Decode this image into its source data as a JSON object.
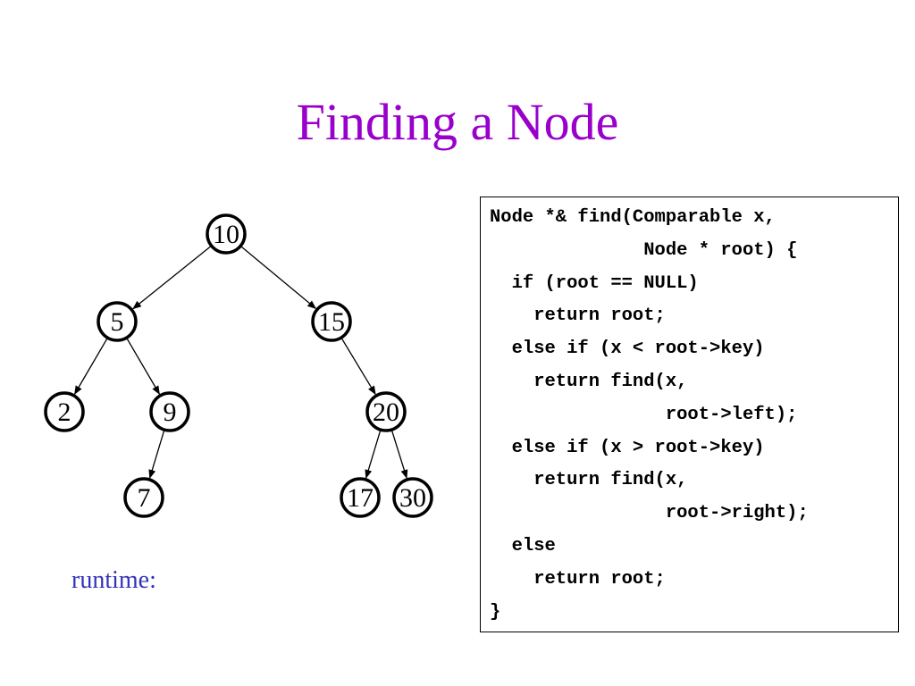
{
  "title": "Finding a Node",
  "colors": {
    "title": "#9900cc",
    "runtime_label": "#3333bb",
    "node_stroke": "#000000",
    "edge": "#000000",
    "code_text": "#000000"
  },
  "tree": {
    "nodes": [
      {
        "id": "n10",
        "label": "10"
      },
      {
        "id": "n5",
        "label": "5"
      },
      {
        "id": "n15",
        "label": "15"
      },
      {
        "id": "n2",
        "label": "2"
      },
      {
        "id": "n9",
        "label": "9"
      },
      {
        "id": "n20",
        "label": "20"
      },
      {
        "id": "n7",
        "label": "7"
      },
      {
        "id": "n17",
        "label": "17"
      },
      {
        "id": "n30",
        "label": "30"
      }
    ],
    "edges": [
      {
        "from": "n10",
        "to": "n5"
      },
      {
        "from": "n10",
        "to": "n15"
      },
      {
        "from": "n5",
        "to": "n2"
      },
      {
        "from": "n5",
        "to": "n9"
      },
      {
        "from": "n15",
        "to": "n20"
      },
      {
        "from": "n9",
        "to": "n7"
      },
      {
        "from": "n20",
        "to": "n17"
      },
      {
        "from": "n20",
        "to": "n30"
      }
    ]
  },
  "runtime_label": "runtime:",
  "code_lines": [
    "Node *& find(Comparable x,",
    "              Node * root) {",
    "  if (root == NULL)",
    "    return root;",
    "  else if (x < root->key)",
    "    return find(x,",
    "                root->left);",
    "  else if (x > root->key)",
    "    return find(x,",
    "                root->right);",
    "  else",
    "    return root;",
    "}"
  ]
}
